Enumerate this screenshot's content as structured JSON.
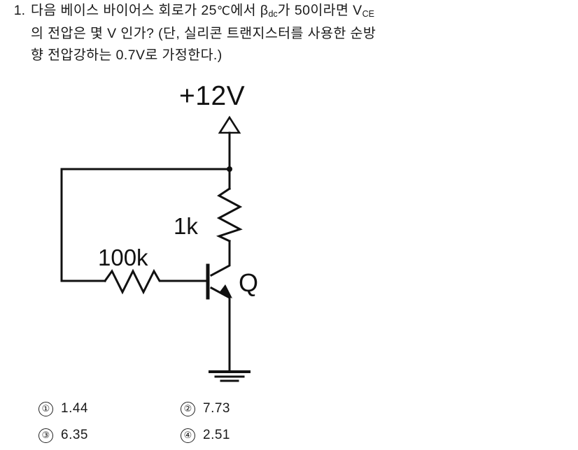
{
  "question": {
    "number": "1.",
    "lines": [
      {
        "segments": [
          {
            "t": "다음 베이스 바이어스 회로가 25",
            "k": "plain"
          },
          {
            "t": "℃",
            "k": "sc"
          },
          {
            "t": "에서 ",
            "k": "plain"
          },
          {
            "t": "β",
            "k": "plain"
          },
          {
            "t": "dc",
            "k": "sub"
          },
          {
            "t": "가 50이라면 V",
            "k": "plain"
          },
          {
            "t": "CE",
            "k": "sub"
          }
        ],
        "text": "다음 베이스 바이어스 회로가 25℃에서 βdc가 50이라면 VCE"
      },
      {
        "segments": [
          {
            "t": "의 전압은 몇 V 인가? (단, 실리콘 트랜지스터를 사용한 순방",
            "k": "plain"
          }
        ],
        "text": "의 전압은 몇 V 인가? (단, 실리콘 트랜지스터를 사용한 순방"
      },
      {
        "segments": [
          {
            "t": "향 전압강하는 0.7V로 가정한다.)",
            "k": "plain"
          }
        ],
        "text": "향 전압강하는 0.7V로 가정한다.)"
      }
    ]
  },
  "circuit": {
    "supply_label": "+12V",
    "collector_resistor_label": "1k",
    "base_resistor_label": "100k",
    "transistor_label": "Q",
    "ground_label": "ground",
    "line_color": "#111111",
    "line_width": 3
  },
  "answers": [
    {
      "marker": "①",
      "text": "1.44"
    },
    {
      "marker": "②",
      "text": "7.73"
    },
    {
      "marker": "③",
      "text": "6.35"
    },
    {
      "marker": "④",
      "text": "2.51"
    }
  ]
}
